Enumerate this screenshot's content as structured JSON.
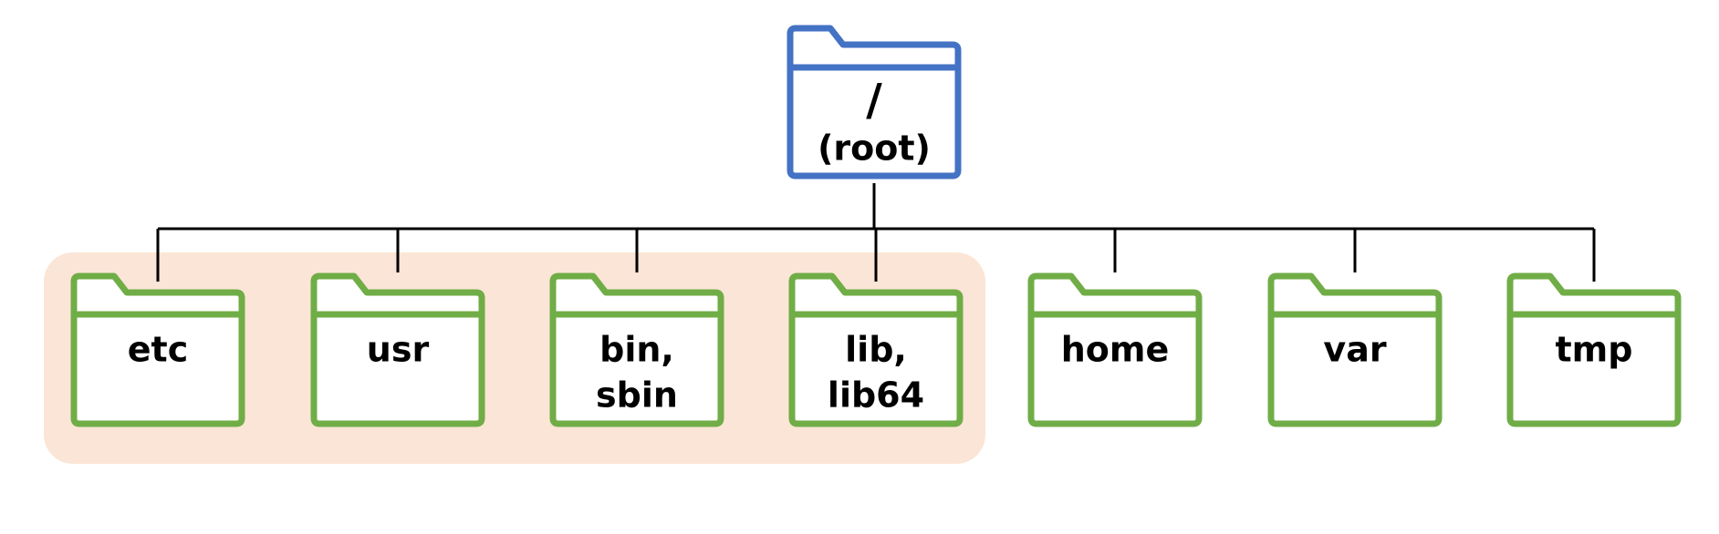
{
  "colors": {
    "root_folder": "#4472C4",
    "child_folder": "#70AD47",
    "highlight_group": "#FBE5D6",
    "connector": "#000000",
    "text": "#000000"
  },
  "icon": "folder-icon",
  "root": {
    "line1": "/",
    "line2": "(root)"
  },
  "children": [
    {
      "line1": "etc",
      "line2": "",
      "highlighted": true
    },
    {
      "line1": "usr",
      "line2": "",
      "highlighted": true
    },
    {
      "line1": "bin,",
      "line2": "sbin",
      "highlighted": true
    },
    {
      "line1": "lib,",
      "line2": "lib64",
      "highlighted": true
    },
    {
      "line1": "home",
      "line2": "",
      "highlighted": false
    },
    {
      "line1": "var",
      "line2": "",
      "highlighted": false
    },
    {
      "line1": "tmp",
      "line2": "",
      "highlighted": false
    }
  ]
}
